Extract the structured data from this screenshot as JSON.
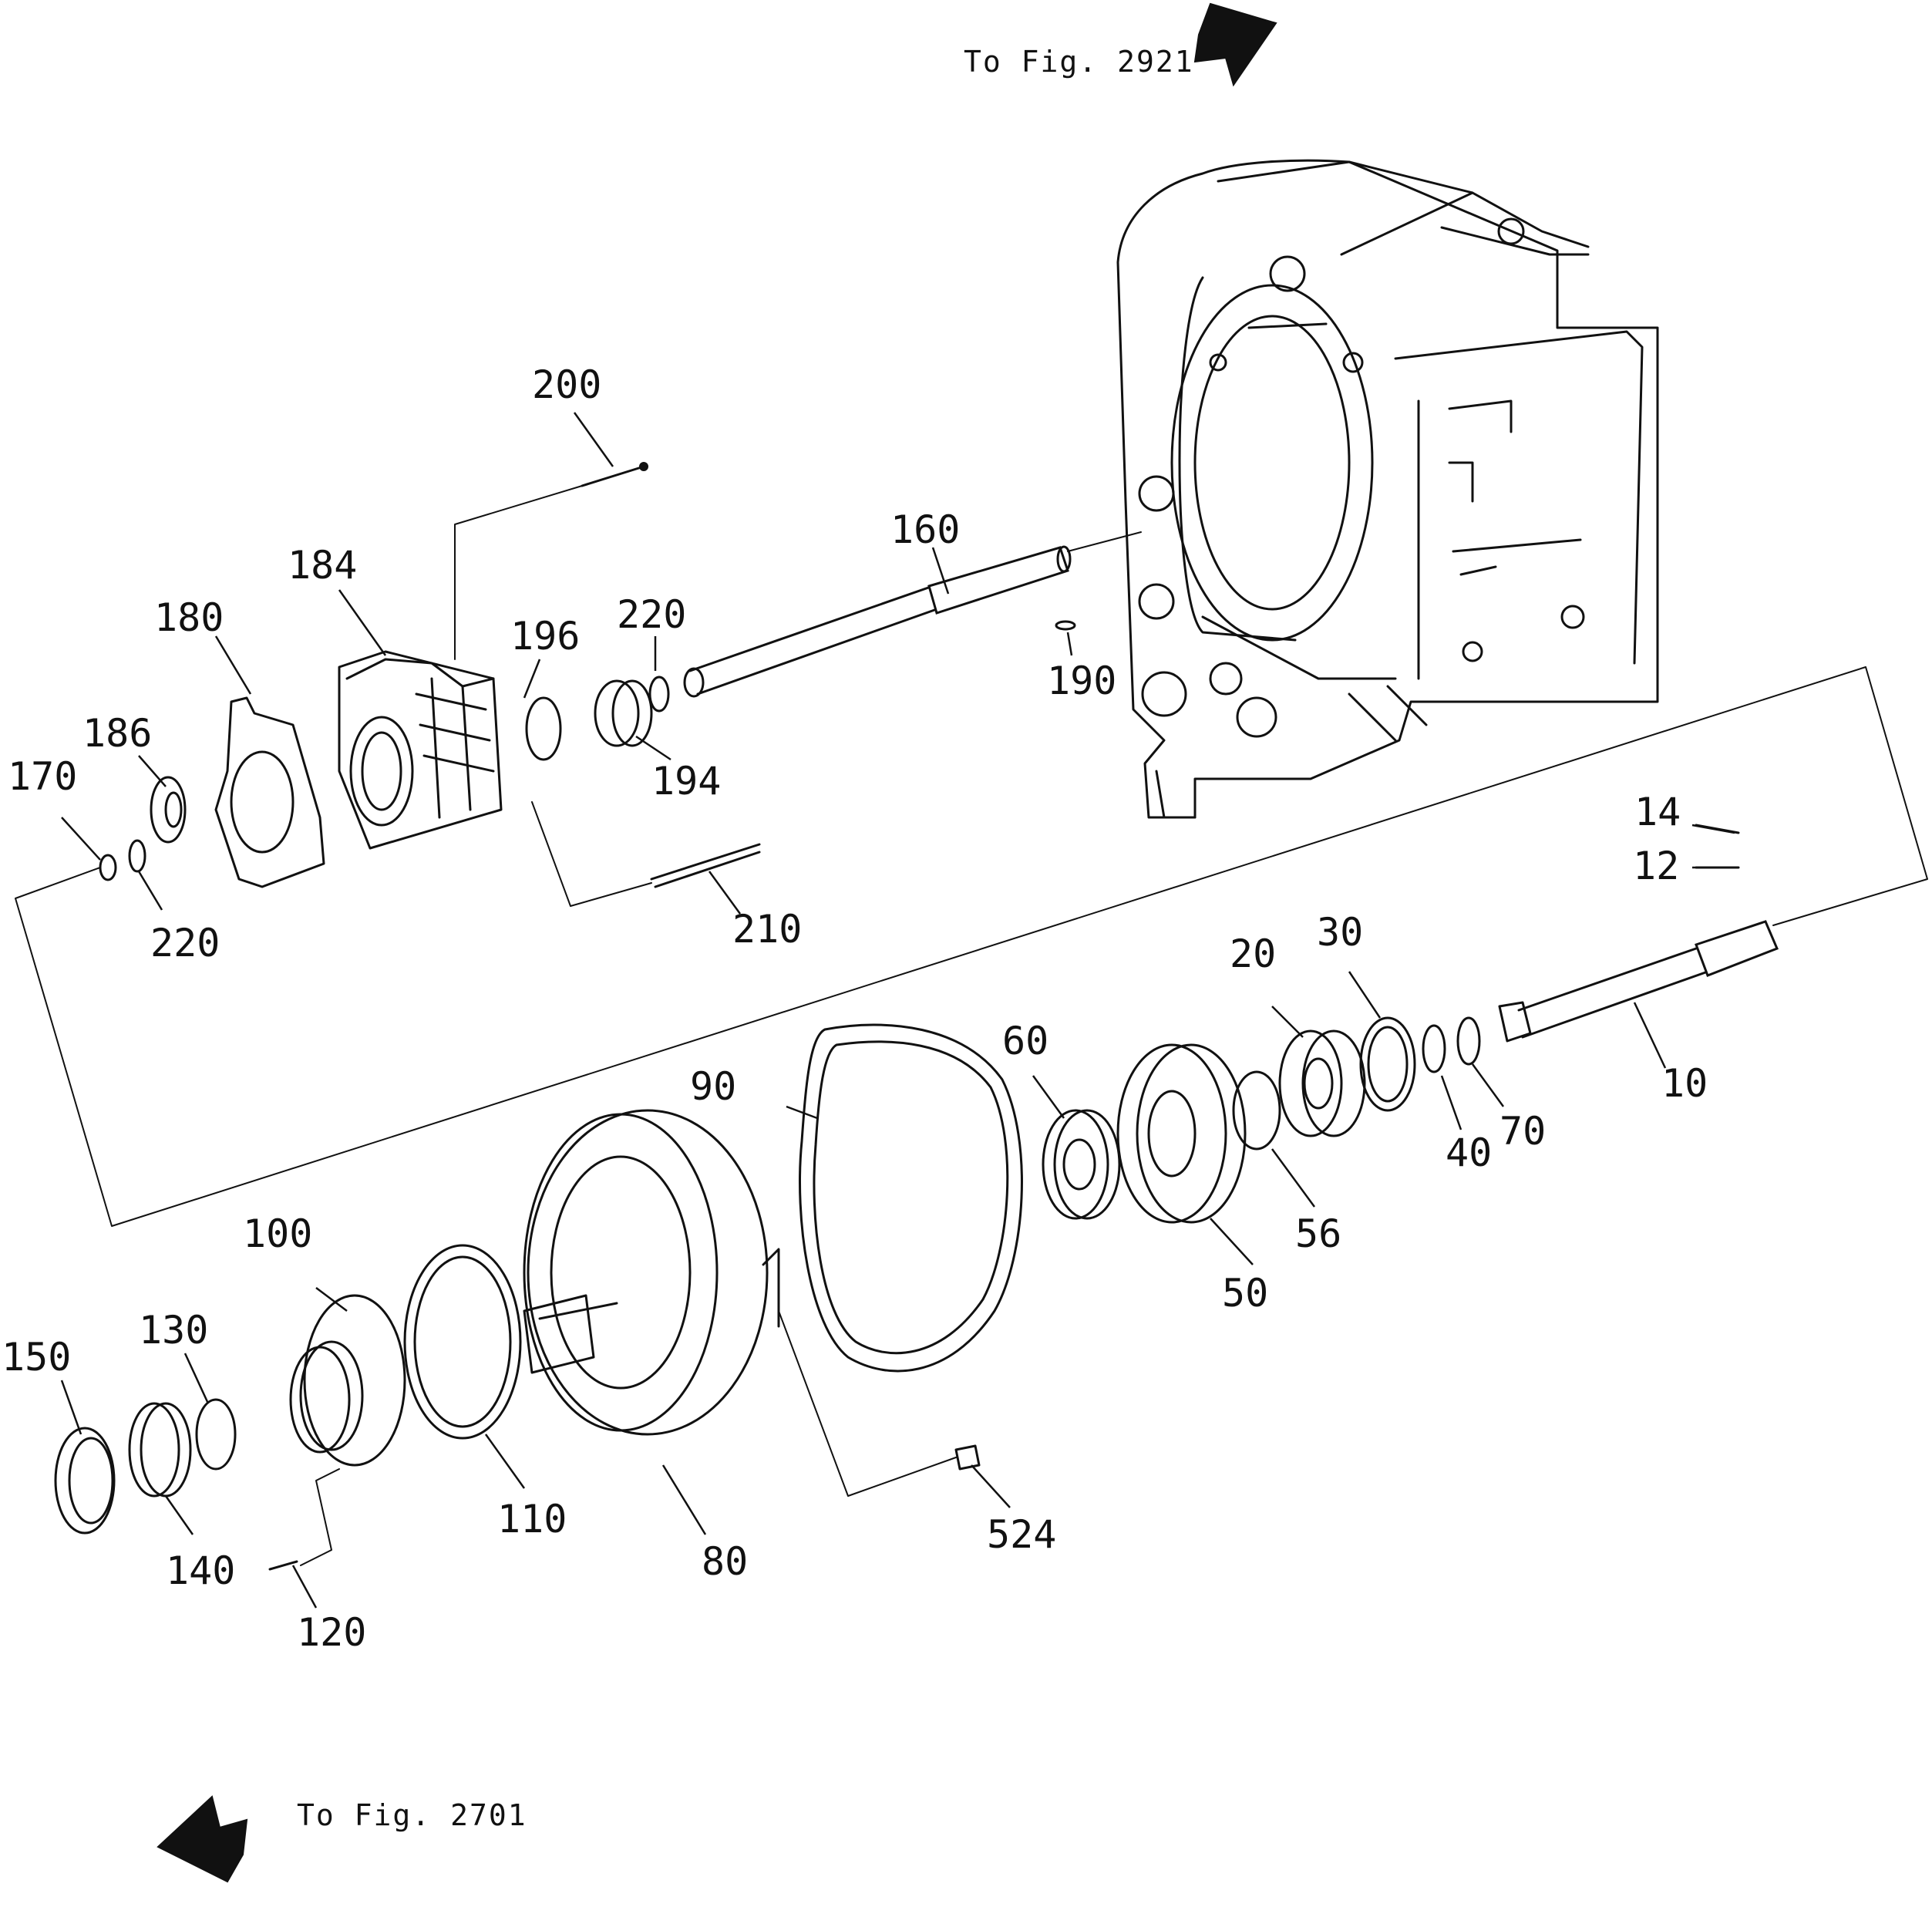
{
  "references": {
    "top": {
      "prefix": "To",
      "fig_word": "Fig.",
      "fig_number": "2921"
    },
    "bottom": {
      "prefix": "To",
      "fig_word": "Fig.",
      "fig_number": "2701"
    }
  },
  "part_numbers": {
    "p200": "200",
    "p160": "160",
    "p184": "184",
    "p180": "180",
    "p196": "196",
    "p220a": "220",
    "p186": "186",
    "p170": "170",
    "p220b": "220",
    "p194": "194",
    "p190": "190",
    "p210": "210",
    "p14": "14",
    "p12": "12",
    "p30": "30",
    "p20": "20",
    "p60": "60",
    "p90": "90",
    "p10": "10",
    "p70": "70",
    "p40": "40",
    "p56": "56",
    "p50": "50",
    "p100": "100",
    "p130": "130",
    "p150": "150",
    "p110": "110",
    "p80": "80",
    "p524": "524",
    "p140": "140",
    "p120": "120"
  }
}
